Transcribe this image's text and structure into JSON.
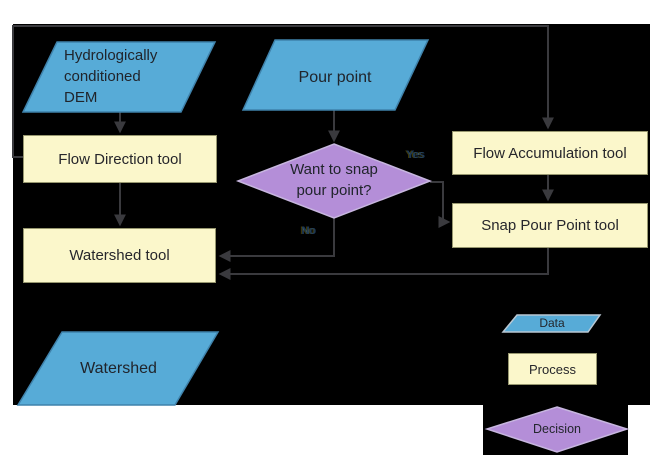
{
  "diagram": {
    "nodes": {
      "dem": "Hydrologically\nconditioned\nDEM",
      "pour_point": "Pour point",
      "flow_direction": "Flow Direction tool",
      "flow_accumulation": "Flow Accumulation tool",
      "snap_pour_point": "Snap Pour Point tool",
      "decision": "Want to snap\npour point?",
      "watershed_tool": "Watershed tool",
      "watershed_output": "Watershed"
    },
    "branch_labels": {
      "yes": "Yes",
      "no": "No"
    },
    "legend": {
      "data": "Data",
      "process": "Process",
      "decision": "Decision"
    },
    "colors": {
      "canvas_background": "#000000",
      "page_background": "#ffffff",
      "data_fill": "#57abd7",
      "process_fill": "#fbf7cb",
      "decision_fill": "#b48ed8",
      "connector": "#3a3a3e"
    }
  }
}
